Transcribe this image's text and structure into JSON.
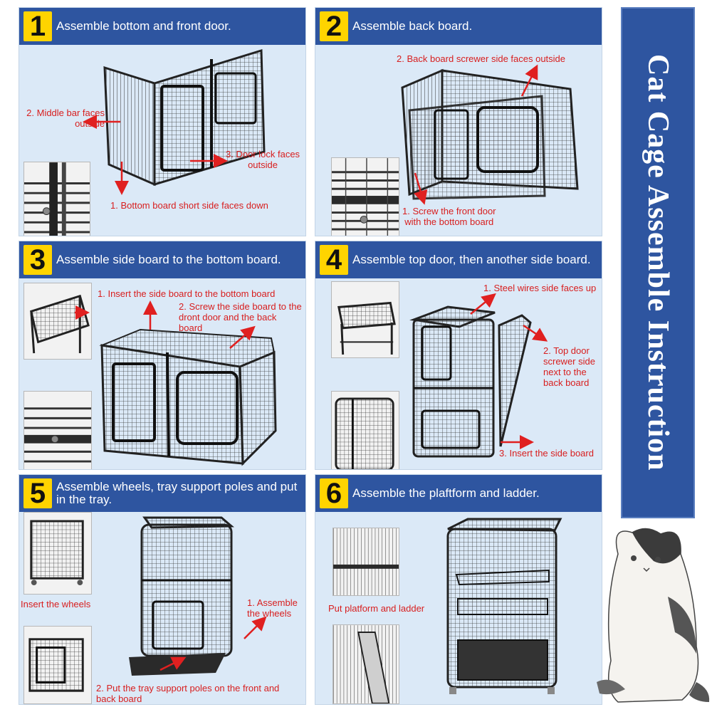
{
  "colors": {
    "header": "#2e55a0",
    "badge": "#ffd400",
    "panel": "#dbe9f7",
    "note": "#d81e1e"
  },
  "side_title": "Cat Cage Assemble Instruction",
  "steps": [
    {
      "number": "1",
      "title": "Assemble bottom and front door.",
      "notes": [
        "2. Middle bar faces\noutside",
        "3. Door lock faces\noutside",
        "1. Bottom board short side faces down"
      ]
    },
    {
      "number": "2",
      "title": "Assemble back board.",
      "notes": [
        "2. Back board screwer side faces outside",
        "1. Screw the front door\nwith the bottom board"
      ]
    },
    {
      "number": "3",
      "title": "Assemble side board to the bottom board.",
      "notes": [
        "1. Insert the side board to the bottom board",
        "2. Screw the side board to the\ndront door and the back\nboard"
      ]
    },
    {
      "number": "4",
      "title": "Assemble  top door, then another side board.",
      "notes": [
        "1. Steel wires side faces up",
        "2. Top door\nscrewer side\nnext to the\nback board",
        "3. Insert the side board"
      ]
    },
    {
      "number": "5",
      "title": "Assemble wheels, tray support poles and put in the tray.",
      "notes": [
        "Insert the  wheels",
        "1. Assemble\nthe wheels",
        "2. Put the tray support poles on the front and\nback board"
      ]
    },
    {
      "number": "6",
      "title": "Assemble the plaftform and ladder.",
      "notes": [
        "Put platform and ladder"
      ]
    }
  ]
}
